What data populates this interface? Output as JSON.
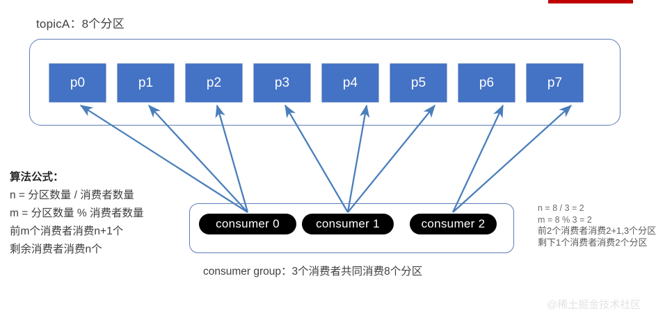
{
  "topic": {
    "label": "topicA：8个分区",
    "partitions": [
      {
        "name": "p0"
      },
      {
        "name": "p1"
      },
      {
        "name": "p2"
      },
      {
        "name": "p3"
      },
      {
        "name": "p4"
      },
      {
        "name": "p5"
      },
      {
        "name": "p6"
      },
      {
        "name": "p7"
      }
    ]
  },
  "consumer_group": {
    "consumers": [
      {
        "label": "consumer 0"
      },
      {
        "label": "consumer 1"
      },
      {
        "label": "consumer 2"
      }
    ],
    "caption": "consumer group：3个消费者共同消费8个分区"
  },
  "algorithm": {
    "title": "算法公式：",
    "lines": [
      "n = 分区数量 / 消费者数量",
      "m = 分区数量 % 消费者数量",
      "前m个消费者消费n+1个",
      "剩余消费者消费n个"
    ]
  },
  "notes": {
    "lines": [
      "n = 8 / 3 = 2",
      "m = 8 % 3 = 2",
      "前2个消费者消费2+1,3个分区",
      "剩下1个消费者消费2个分区"
    ]
  },
  "watermark": {
    "text": "@稀土掘金技术社区"
  },
  "colors": {
    "partition_fill": "#4472c4",
    "container_border": "#5b7cb8",
    "arrow": "#4a7ebb",
    "consumer_fill": "#000000",
    "accent_bar": "#c00000"
  },
  "mapping": {
    "assignments": [
      {
        "consumer": "consumer 0",
        "partitions": [
          "p0",
          "p1",
          "p2"
        ]
      },
      {
        "consumer": "consumer 1",
        "partitions": [
          "p3",
          "p4",
          "p5"
        ]
      },
      {
        "consumer": "consumer 2",
        "partitions": [
          "p6",
          "p7"
        ]
      }
    ]
  }
}
